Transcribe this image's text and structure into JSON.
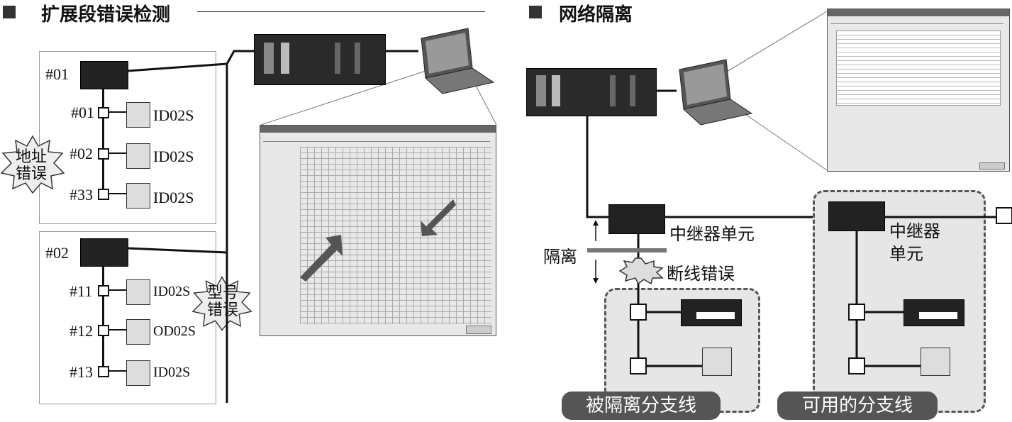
{
  "left": {
    "heading": "扩展段错误检测",
    "group1": {
      "master": "#01",
      "slaves": [
        {
          "addr": "#01",
          "model": "ID02S"
        },
        {
          "addr": "#02",
          "model": "ID02S"
        },
        {
          "addr": "#33",
          "model": "ID02S"
        }
      ],
      "error_label": "地址\n错误"
    },
    "group2": {
      "master": "#02",
      "slaves": [
        {
          "addr": "#11",
          "model": "ID02S"
        },
        {
          "addr": "#12",
          "model": "OD02S"
        },
        {
          "addr": "#13",
          "model": "ID02S"
        }
      ],
      "error_label": "型号\n错误"
    }
  },
  "right": {
    "heading": "网络隔离",
    "repeater1": "中继器单元",
    "repeater2": "中继器\n单元",
    "isolation": "隔离",
    "break_error": "断线错误",
    "isolated_branch": "被隔离分支线",
    "usable_branch": "可用的分支线"
  },
  "colors": {
    "dark": "#222222",
    "panel": "#e6e6e6",
    "pill": "#555555"
  }
}
